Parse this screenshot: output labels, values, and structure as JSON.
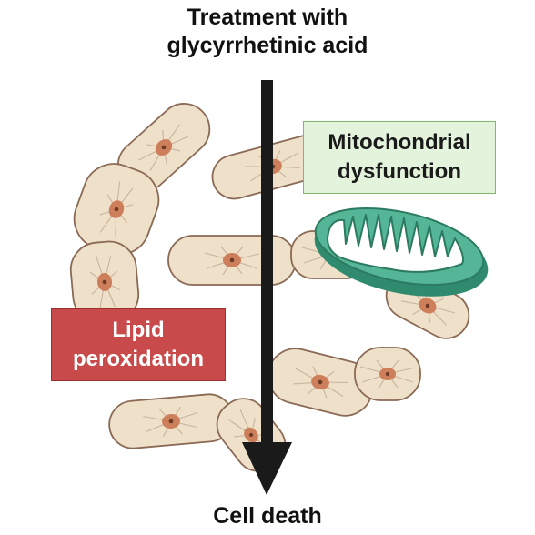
{
  "title": {
    "line1": "Treatment with",
    "line2": "glycyrrhetinic acid"
  },
  "mitochondrial_box": {
    "line1": "Mitochondrial",
    "line2": "dysfunction",
    "fill": "#e4f3dc",
    "border": "#7fb86a"
  },
  "lipid_box": {
    "line1": "Lipid",
    "line2": "peroxidation",
    "fill": "#c94a4a",
    "border": "#9e2f2f"
  },
  "bottom_label": "Cell death",
  "colors": {
    "cell_fill": "#efe0c9",
    "cell_outline": "#8a6a55",
    "nucleus": "#cd7e5a",
    "arrow": "#1a1a1a",
    "mitochondrion": "#3fa385"
  }
}
